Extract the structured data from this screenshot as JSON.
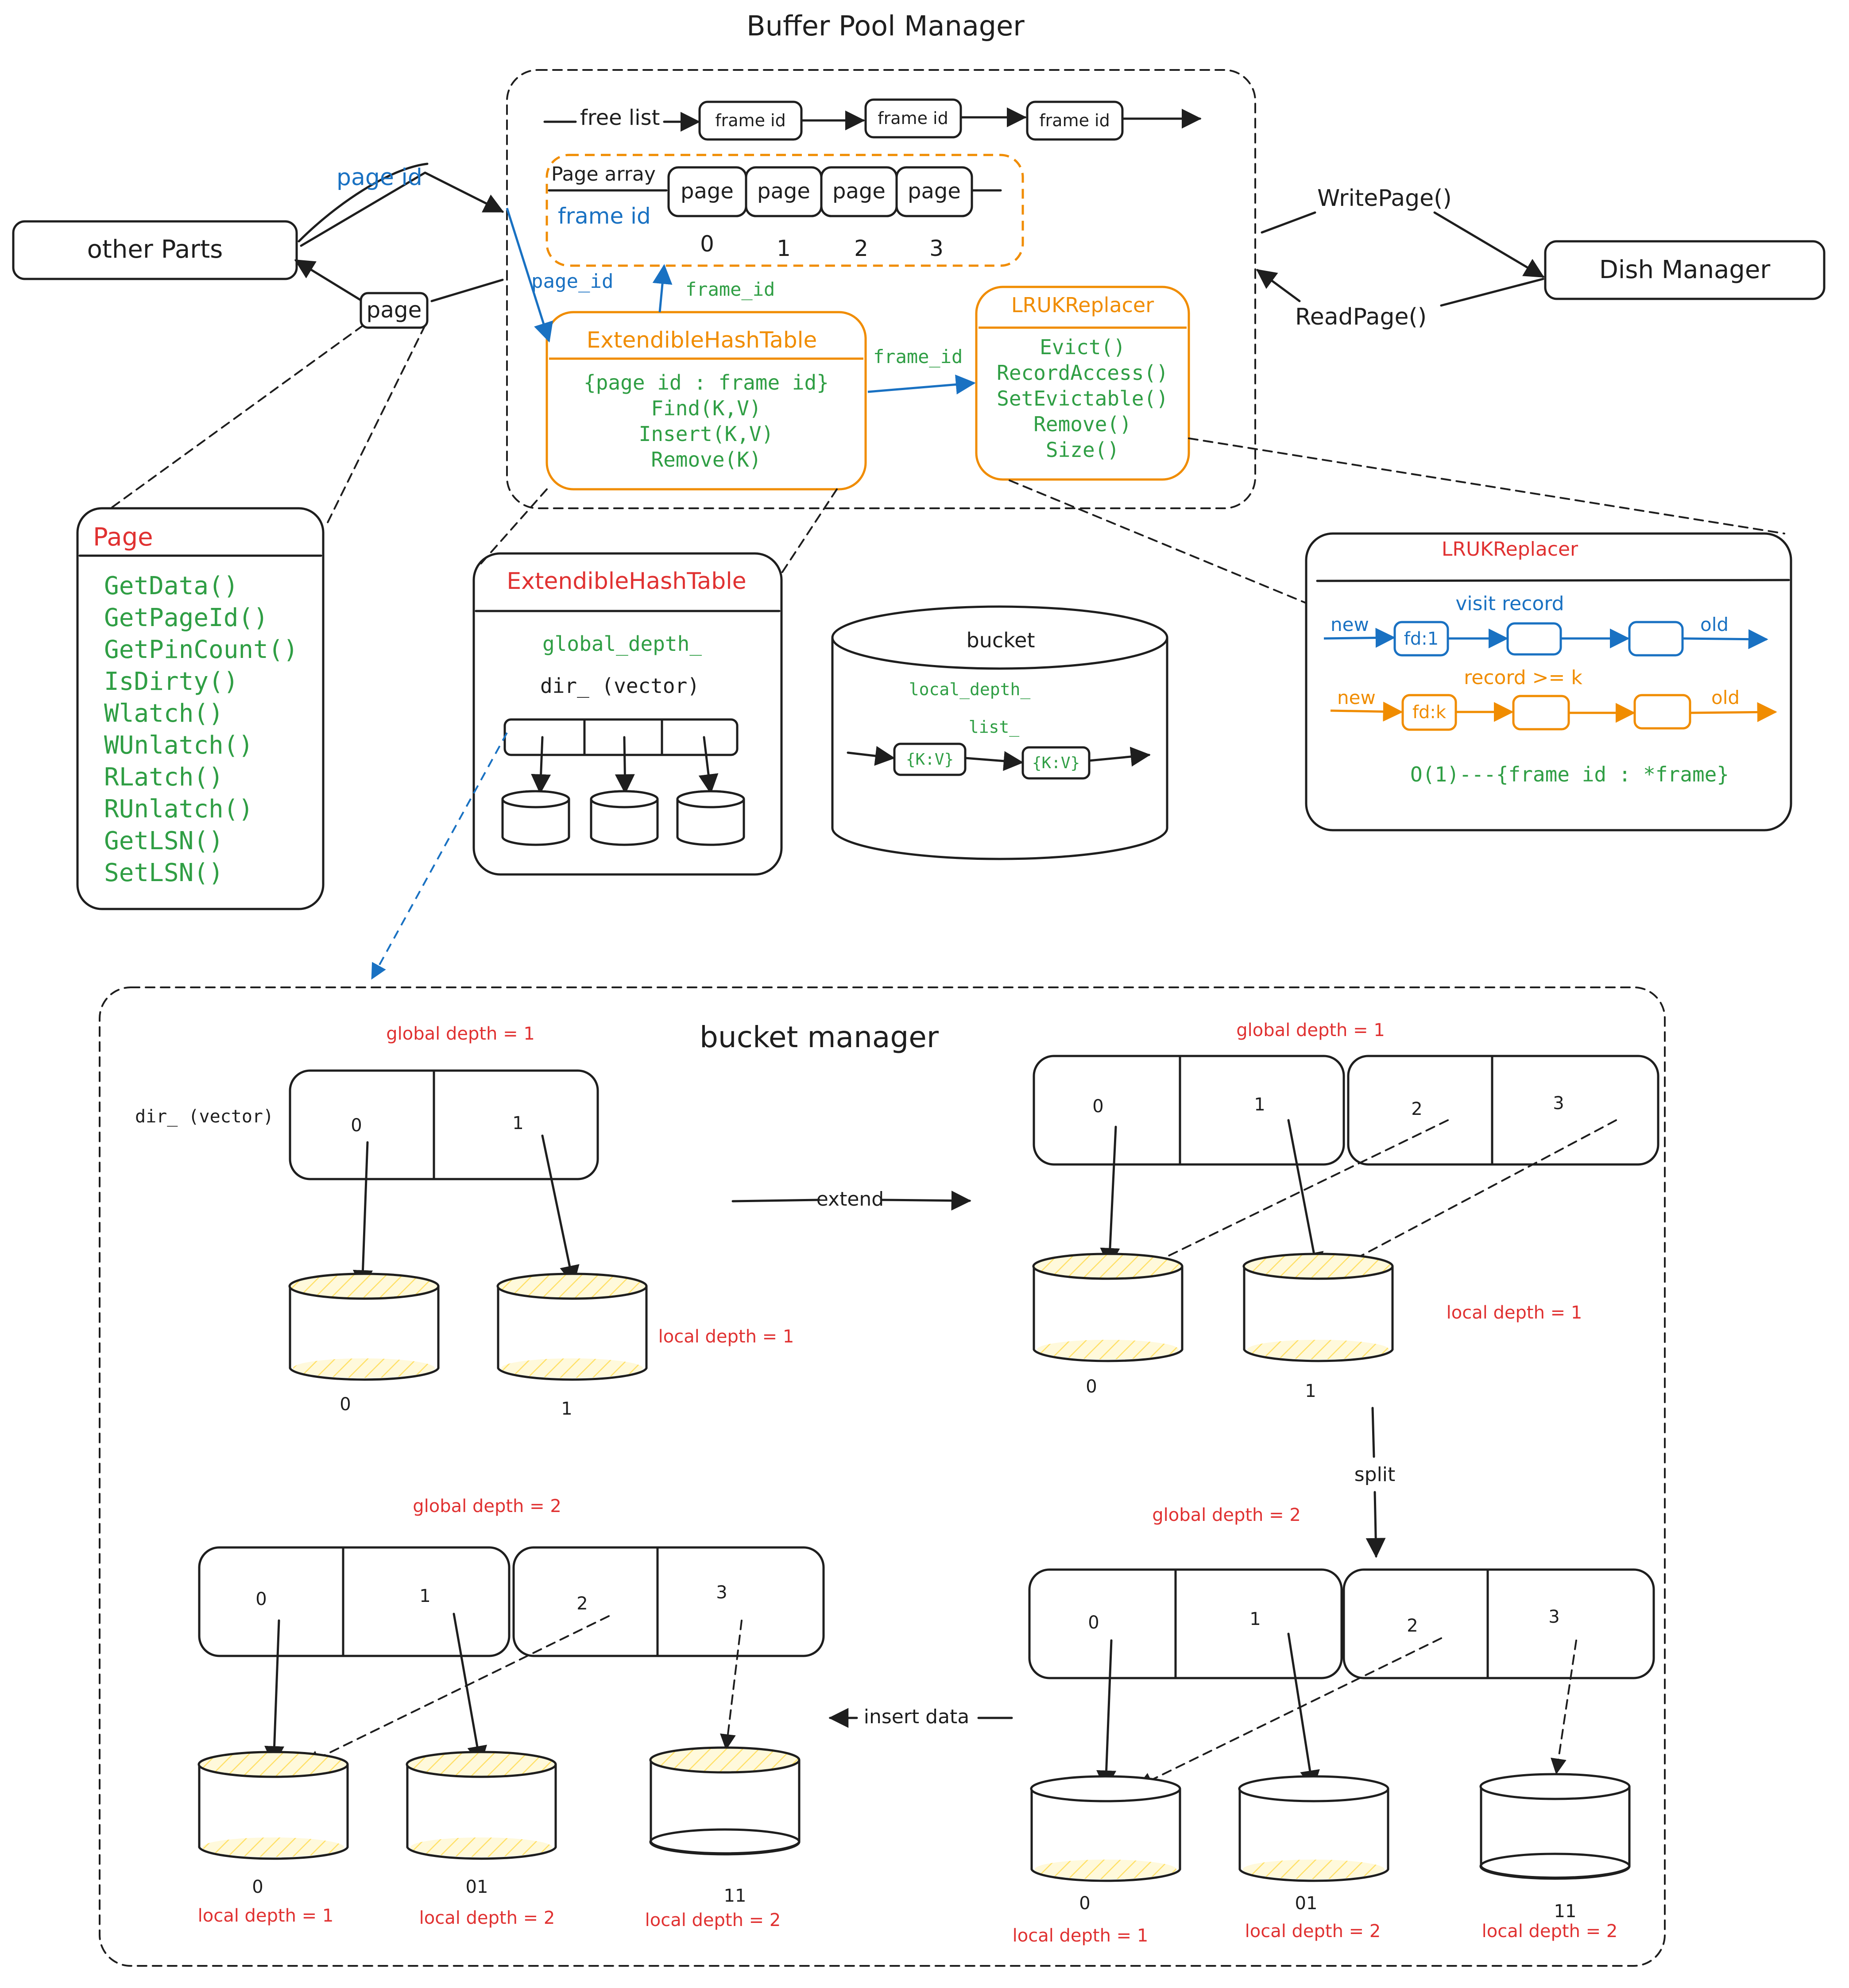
{
  "colors": {
    "ink": "#1e1e1e",
    "green": "#2f9e44",
    "orange": "#f08c00",
    "blue": "#1971c2",
    "red": "#e03131",
    "hatch": "#ffe066"
  },
  "bpm": {
    "title": "Buffer Pool Manager",
    "free_list": "free list",
    "frame_ids": [
      "frame id",
      "frame id",
      "frame id"
    ],
    "page_array": "Page array",
    "frame_id_label": "frame id",
    "pages": [
      "page",
      "page",
      "page",
      "page"
    ],
    "page_indexes": [
      "0",
      "1",
      "2",
      "3"
    ],
    "page_id_inner": "page_id",
    "frame_id_up": "frame_id",
    "frame_id_right": "frame_id",
    "eht": {
      "title": "ExtendibleHashTable",
      "items": [
        "{page id : frame id}",
        "Find(K,V)",
        "Insert(K,V)",
        "Remove(K)"
      ]
    },
    "lru": {
      "title": "LRUKReplacer",
      "items": [
        "Evict()",
        "RecordAccess()",
        "SetEvictable()",
        "Remove()",
        "Size()"
      ]
    }
  },
  "other_parts": "other Parts",
  "page_id_edge": "page id",
  "page_edge": "page",
  "disk": {
    "label": "Dish Manager",
    "write": "WritePage()",
    "read": "ReadPage()"
  },
  "page_class": {
    "title": "Page",
    "methods": [
      "GetData()",
      "GetPageId()",
      "GetPinCount()",
      "IsDirty()",
      "Wlatch()",
      "WUnlatch()",
      "RLatch()",
      "RUnlatch()",
      "GetLSN()",
      "SetLSN()"
    ]
  },
  "eht_detail": {
    "title": "ExtendibleHashTable",
    "global_depth": "global_depth_",
    "dir": "dir_ (vector)"
  },
  "bucket": {
    "title": "bucket",
    "local_depth": "local_depth_",
    "list": "list_",
    "kv": [
      "{K:V}",
      "{K:V}"
    ]
  },
  "lru_detail": {
    "title": "LRUKReplacer",
    "visit_record": "visit record",
    "new1": "new",
    "old1": "old",
    "fd1": "fd:1",
    "record_k": "record >= k",
    "new2": "new",
    "old2": "old",
    "fdk": "fd:k",
    "map": "O(1)---{frame id : *frame}"
  },
  "bucket_manager": {
    "title": "bucket manager",
    "dir": "dir_ (vector)",
    "extend": "extend",
    "split": "split",
    "insert": "insert data",
    "tl": {
      "global": "global depth = 1",
      "slots": [
        "0",
        "1"
      ],
      "buckets": [
        "0",
        "1"
      ],
      "local": "local depth = 1"
    },
    "tr": {
      "global": "global depth = 1",
      "slots": [
        "0",
        "1",
        "2",
        "3"
      ],
      "buckets": [
        "0",
        "1"
      ],
      "local": "local depth = 1"
    },
    "br": {
      "global": "global depth = 2",
      "slots": [
        "0",
        "1",
        "2",
        "3"
      ],
      "buckets": [
        "0",
        "01",
        "11"
      ],
      "locals": [
        "local depth = 1",
        "local depth = 2",
        "local depth = 2"
      ]
    },
    "bl": {
      "global": "global depth = 2",
      "slots": [
        "0",
        "1",
        "2",
        "3"
      ],
      "buckets": [
        "0",
        "01",
        "11"
      ],
      "locals": [
        "local depth = 1",
        "local depth = 2",
        "local depth = 2"
      ]
    }
  }
}
